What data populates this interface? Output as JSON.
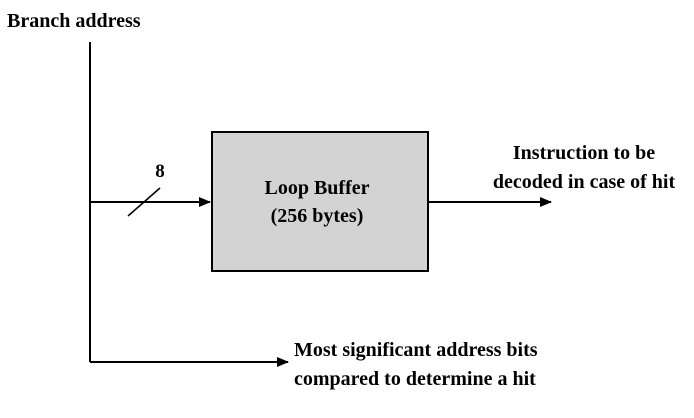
{
  "diagram": {
    "input_label": "Branch address",
    "bus_width_label": "8",
    "box": {
      "title": "Loop Buffer",
      "subtitle": "(256 bytes)"
    },
    "output_label": {
      "line1": "Instruction to be",
      "line2": "decoded in case of hit"
    },
    "compare_label": {
      "line1": "Most significant address bits",
      "line2": "compared to determine a hit"
    },
    "colors": {
      "box_fill": "#d3d3d3",
      "line": "#000000",
      "background": "#ffffff"
    }
  }
}
